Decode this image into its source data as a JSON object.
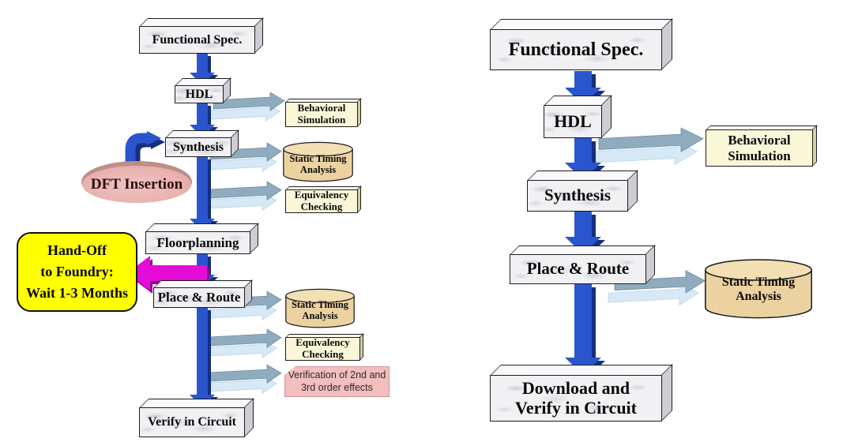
{
  "colors": {
    "flow_arrow_blue": "#2B55CC",
    "flow_arrow_blue_dark": "#14307F",
    "side_arrow_gray": "#8FACBF",
    "side_arrow_pale": "#D7E9F6",
    "magenta_arrow": "#E60CD8",
    "magenta_arrow_dark": "#99009A",
    "marble_box": "#F1F1F4",
    "cream_box": "#FAF7D8",
    "cylinder_tan": "#ECD2A0",
    "pink_note": "#F2BEBE",
    "pink_ellipse": "#E8B2AF",
    "yellow_callout": "#FFFF00"
  },
  "left_flow": {
    "functional_spec": "Functional Spec.",
    "hdl": "HDL",
    "synthesis": "Synthesis",
    "dft_insertion": "DFT Insertion",
    "behavioral_simulation": "Behavioral Simulation",
    "static_timing_analysis_1": "Static Timing Analysis",
    "equivalency_checking_1": "Equivalency Checking",
    "floorplanning": "Floorplanning",
    "hand_off": {
      "lines": [
        "Hand-Off",
        "to Foundry:",
        "Wait 1-3 Months"
      ]
    },
    "place_route": "Place & Route",
    "static_timing_analysis_2": "Static Timing Analysis",
    "equivalency_checking_2": "Equivalency Checking",
    "verification_effects": "Verification of 2nd and 3rd order effects",
    "verify_in_circuit": "Verify in Circuit"
  },
  "right_flow": {
    "functional_spec": "Functional Spec.",
    "hdl": "HDL",
    "behavioral_simulation": "Behavioral Simulation",
    "synthesis": "Synthesis",
    "place_route": "Place & Route",
    "static_timing_analysis": "Static Timing Analysis",
    "download_verify": {
      "lines": [
        "Download and",
        "Verify in Circuit"
      ]
    }
  }
}
